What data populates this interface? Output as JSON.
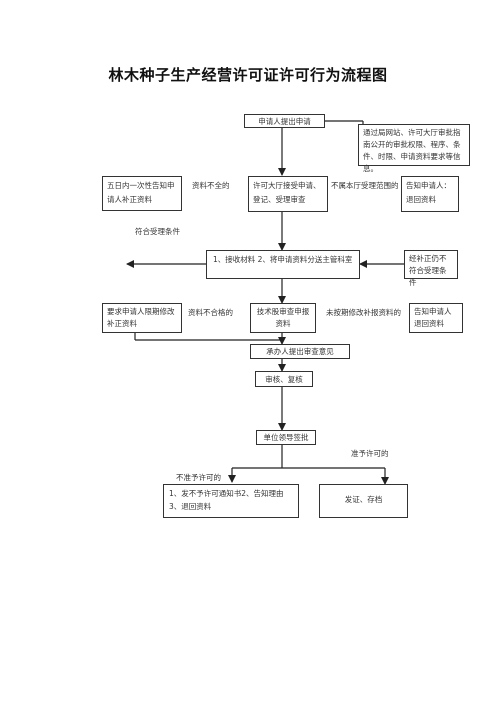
{
  "title": "林木种子生产经营许可证许可行为流程图",
  "boxes": {
    "apply": "申请人提出申请",
    "info": "通过局网站、许可大厅审批指南公开的审批权限、程序、条件、时限、申请资料要求等信息。",
    "notify_supplement": "五日内一次性告知申请人补正资料",
    "accept": "许可大厅接受申请、登记、受理审查",
    "notify_return_1": "告知申请人：退回资料",
    "receive": "1、接收材料  2、将申请资料分送主管科室",
    "still_not": "经补正仍不符合受理条件",
    "require_supplement": "要求申请人限期修改补正资料",
    "tech": "技术股审查申报资料",
    "notify_return_2": "告知申请人退回资料",
    "opinion": "承办人提出审查意见",
    "review": "审核、复核",
    "sign": "单位领导签批",
    "reject": "1、发不予许可通知书2、告知理由3、退回资料",
    "issue": "发证、存档"
  },
  "labels": {
    "incomplete": "资料不全的",
    "outside_scope": "不属本厅受理范围的",
    "meets": "符合受理条件",
    "unqualified": "资料不合格的",
    "not_revised": "未按期修改补报资料的",
    "grant": "准予许可的",
    "deny": "不准予许可的"
  }
}
